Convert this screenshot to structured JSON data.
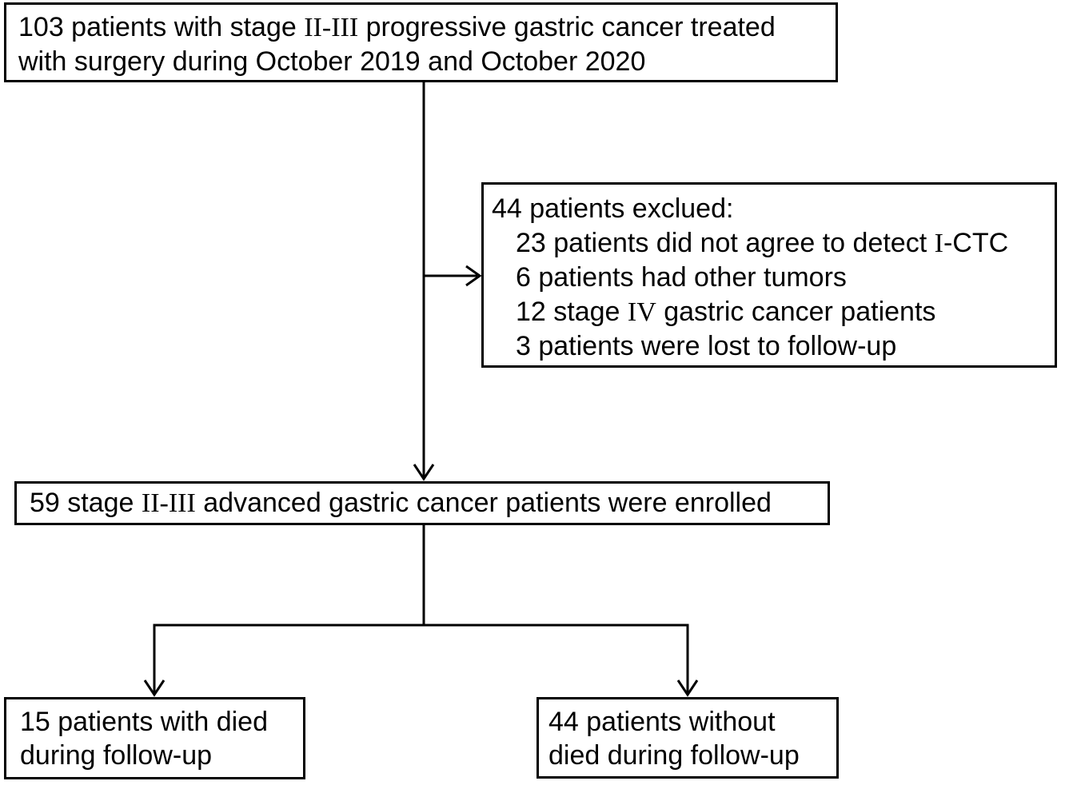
{
  "diagram_type": "patient-flow-chart",
  "colors": {
    "background": "#ffffff",
    "text": "#000000",
    "box_border": "#000000",
    "arrow": "#000000"
  },
  "boxes": {
    "initial": {
      "lines": [
        {
          "segments": [
            {
              "t": "103 patients with stage "
            },
            {
              "t": "II-III",
              "serif": true
            },
            {
              "t": " progressive gastric cancer treated"
            }
          ]
        },
        {
          "segments": [
            {
              "t": "with surgery during October 2019 and October 2020"
            }
          ]
        }
      ]
    },
    "excluded": {
      "lines": [
        {
          "segments": [
            {
              "t": "44 patients exclued:"
            }
          ]
        },
        {
          "indent": true,
          "segments": [
            {
              "t": "23 patients did not agree to detect "
            },
            {
              "t": "I",
              "serif": true
            },
            {
              "t": "-CTC"
            }
          ]
        },
        {
          "indent": true,
          "segments": [
            {
              "t": "6 patients had other tumors"
            }
          ]
        },
        {
          "indent": true,
          "segments": [
            {
              "t": "12 stage "
            },
            {
              "t": "IV",
              "serif": true
            },
            {
              "t": " gastric cancer patients"
            }
          ]
        },
        {
          "indent": true,
          "segments": [
            {
              "t": "3 patients were lost to follow-up"
            }
          ]
        }
      ]
    },
    "enrolled": {
      "lines": [
        {
          "segments": [
            {
              "t": "59 stage "
            },
            {
              "t": "II-III",
              "serif": true
            },
            {
              "t": " advanced gastric cancer patients were enrolled"
            }
          ]
        }
      ]
    },
    "died": {
      "lines": [
        {
          "segments": [
            {
              "t": "15 patients with died"
            }
          ]
        },
        {
          "segments": [
            {
              "t": "during follow-up"
            }
          ]
        }
      ]
    },
    "survived": {
      "lines": [
        {
          "segments": [
            {
              "t": "44 patients without"
            }
          ]
        },
        {
          "segments": [
            {
              "t": "died during follow-up"
            }
          ]
        }
      ]
    }
  }
}
